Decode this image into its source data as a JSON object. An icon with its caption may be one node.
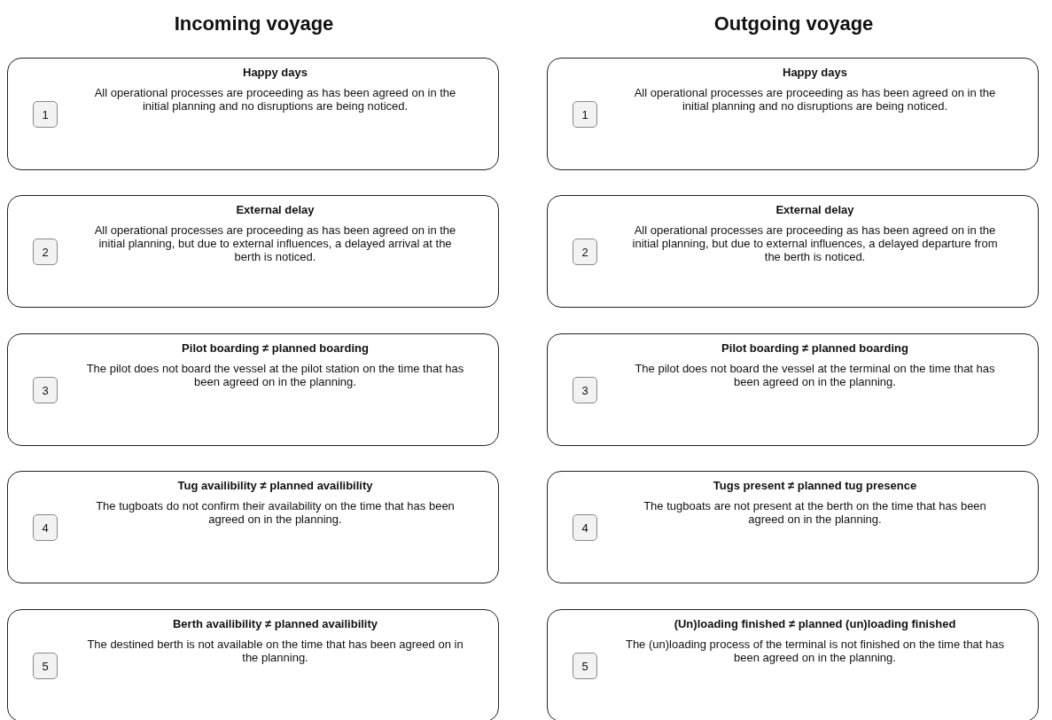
{
  "diagram": {
    "nodes": [
      {
        "text": [
          "Happy days",
          "All operational processes are proceeding as has been agreed on in the initial planning and no disruptions are being noticed."
        ]
      },
      {
        "text": [
          "1"
        ],
        "in": 0
      },
      {
        "text": [
          "External delay",
          "All operational processes are proceeding as has been agreed on in the initial planning, but due to external influences, a delayed arrival at the berth is noticed."
        ]
      },
      {
        "text": [
          "2"
        ],
        "in": 2
      },
      {
        "text": [
          "Pilot boarding ≠ planned boarding",
          "The pilot does not board the vessel at the pilot station on the time that has been agreed on in the planning."
        ]
      },
      {
        "text": [
          "3"
        ],
        "in": 4
      },
      {
        "text": [
          "Tug availibility ≠ planned availibility",
          "The tugboats do not confirm their availability on the time that has been agreed on in the planning."
        ]
      },
      {
        "text": [
          "4"
        ],
        "in": 6
      },
      {
        "text": [
          "Berth availibility ≠ planned availibility",
          "The destined berth is not available on the time that has been agreed on in the planning."
        ]
      },
      {
        "text": [
          "5"
        ],
        "in": 8
      },
      {
        "text": [
          "Happy days",
          "All operational processes are proceeding as has been agreed on in the initial planning and no disruptions are being noticed."
        ]
      },
      {
        "text": [
          "1"
        ],
        "in": 10
      },
      {
        "text": [
          "External delay",
          "All operational processes are proceeding as has been agreed on in the initial planning, but due to external influences, a delayed departure from the berth is noticed."
        ]
      },
      {
        "text": [
          "2"
        ],
        "in": 12
      },
      {
        "text": [
          "Pilot boarding ≠ planned boarding",
          "The pilot does not board the vessel at the terminal on the time that has been agreed on in the planning."
        ]
      },
      {
        "text": [
          "3"
        ],
        "in": 14
      },
      {
        "text": [
          "Tugs present ≠ planned tug presence",
          "The tugboats are not present at the berth on the time that has been agreed on in the planning."
        ]
      },
      {
        "text": [
          "4"
        ],
        "in": 16
      },
      {
        "text": [
          "(Un)loading finished ≠ planned (un)loading finished",
          "The (un)loading process of the terminal is not finished on the time that has been agreed on in the planning."
        ]
      },
      {
        "text": [
          "5"
        ],
        "in": 18
      }
    ],
    "edges": [],
    "labels": [
      "Incoming voyage",
      "Outgoing voyage"
    ]
  }
}
